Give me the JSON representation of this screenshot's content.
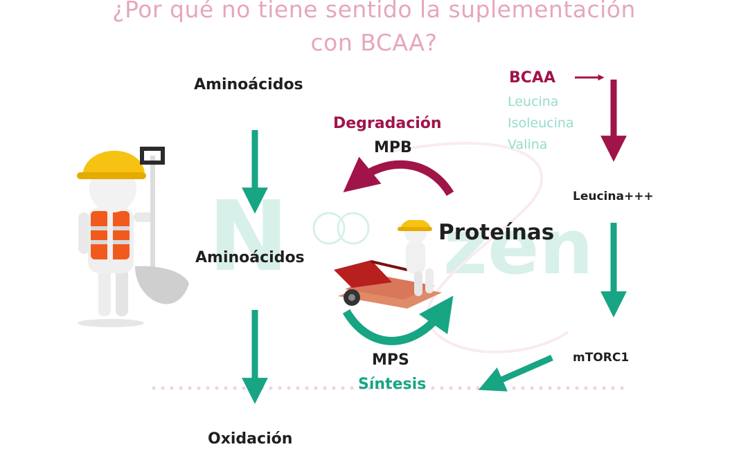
{
  "title": {
    "line1": "¿Por qué no tiene sentido la suplementación",
    "line2": "con BCAA?"
  },
  "left_column": {
    "top": "Aminoácidos",
    "middle": "Aminoácidos",
    "bottom": "Oxidación"
  },
  "cycle": {
    "degradation_label": "Degradación",
    "degradation_abbr": "MPB",
    "center_label": "Proteínas",
    "synthesis_abbr": "MPS",
    "synthesis_label": "Síntesis"
  },
  "right_column": {
    "bcaa": "BCAA",
    "bcaa_items": [
      "Leucina",
      "Isoleucina",
      "Valina"
    ],
    "leucine": "Leucina+++",
    "mtorc": "mTORC1"
  },
  "watermark": "Nutrizen",
  "colors": {
    "teal": "#17a584",
    "maroon": "#a0144a",
    "title_pink": "#e6a6bf",
    "light_teal": "#94dccc"
  },
  "icons": [
    "construction-worker-shovel-icon",
    "construction-worker-wheelbarrow-icon"
  ]
}
